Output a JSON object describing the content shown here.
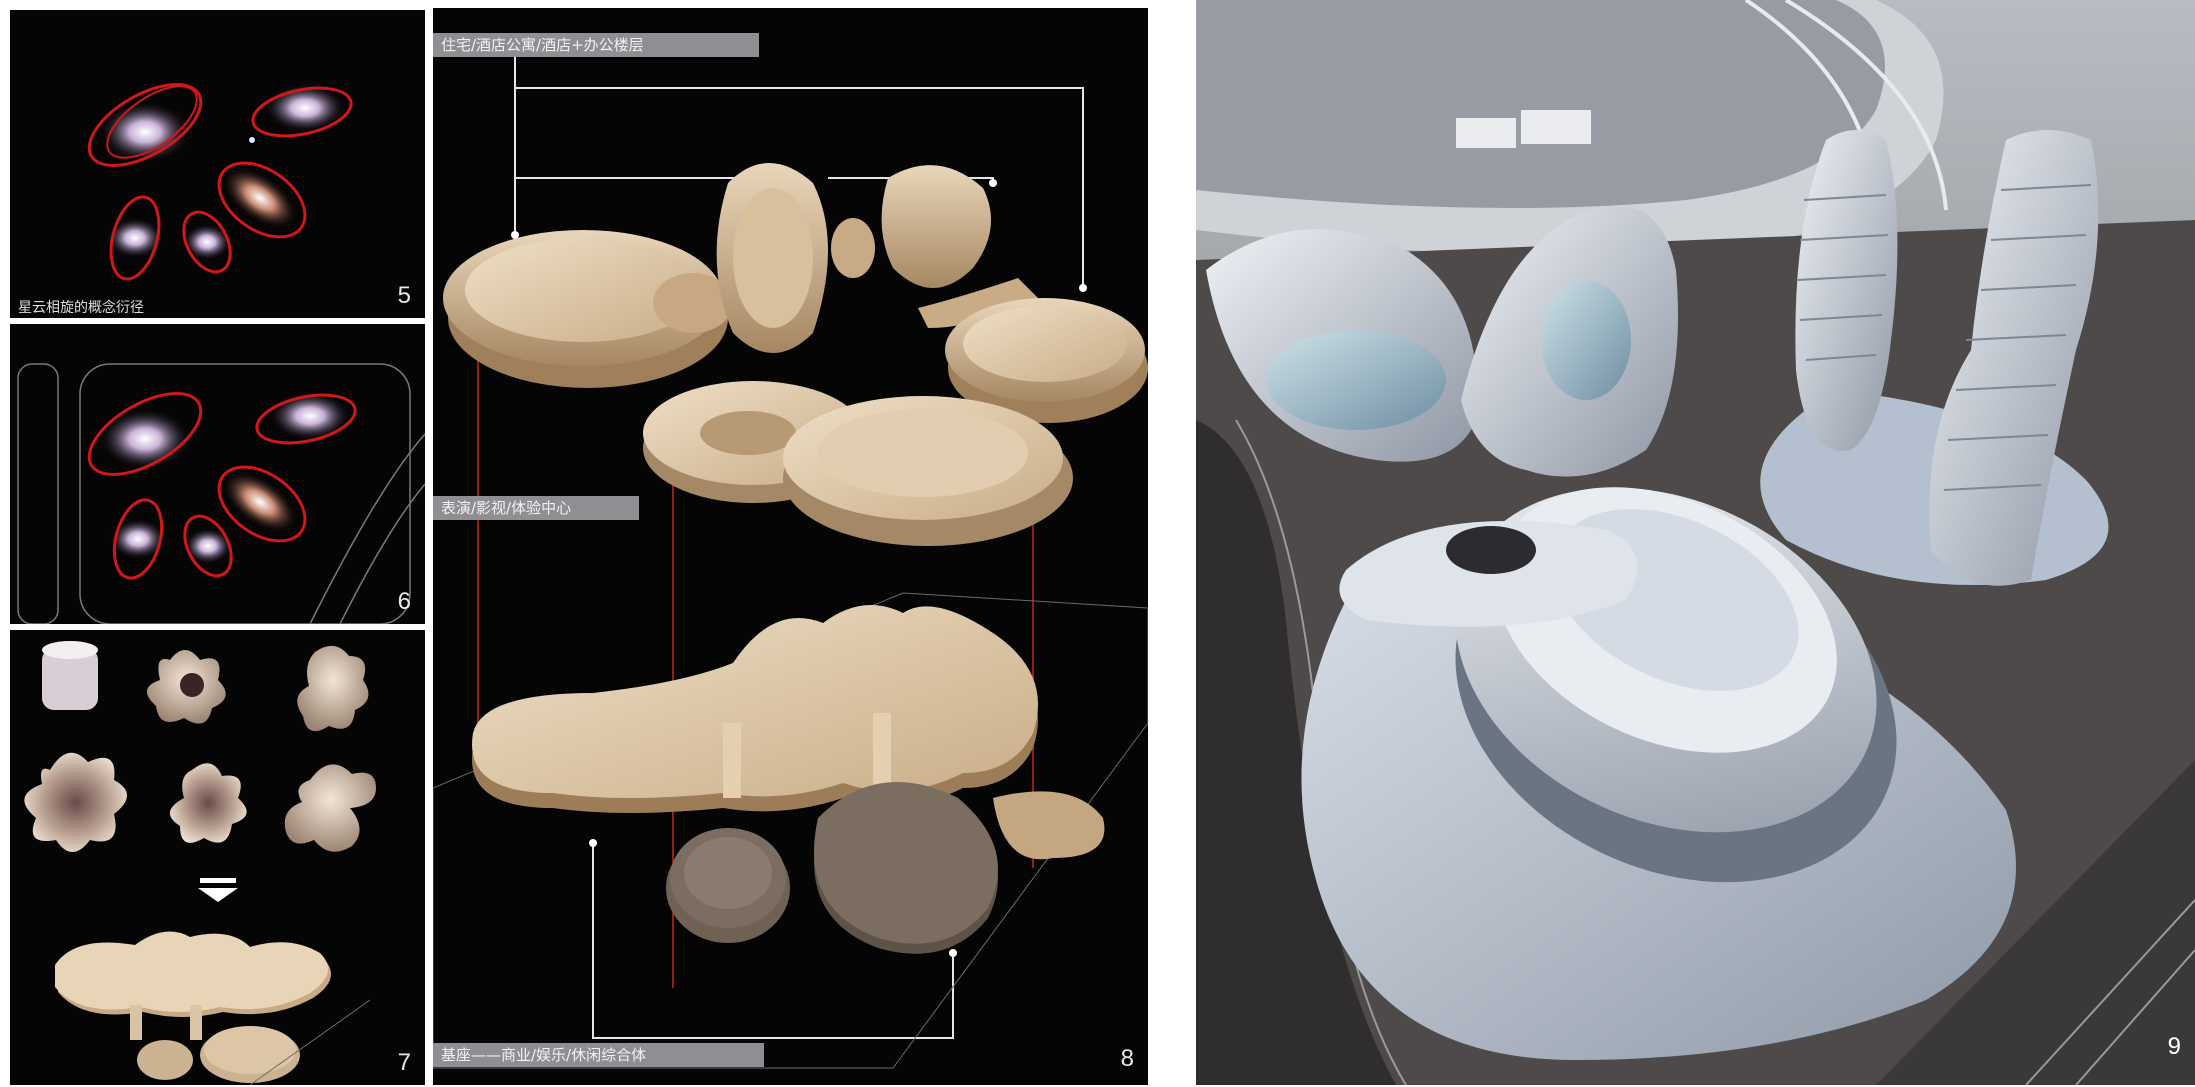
{
  "panels": {
    "p5": {
      "number": "5",
      "caption": "星云相旋的概念衍径"
    },
    "p6": {
      "number": "6"
    },
    "p7": {
      "number": "7"
    },
    "p8": {
      "number": "8",
      "label_top": "住宅/酒店公寓/酒店+办公楼层",
      "label_mid": "表演/影视/体验中心",
      "label_bottom": "基座——商业/娱乐/休闲综合体"
    },
    "p9": {
      "number": "9"
    }
  },
  "colors": {
    "panel_bg": "#050505",
    "label_bg": "#8e8e93",
    "orbit_red": "#d0181a",
    "model_beige": "#cdb493",
    "render_blue": "#a9b6c8"
  }
}
